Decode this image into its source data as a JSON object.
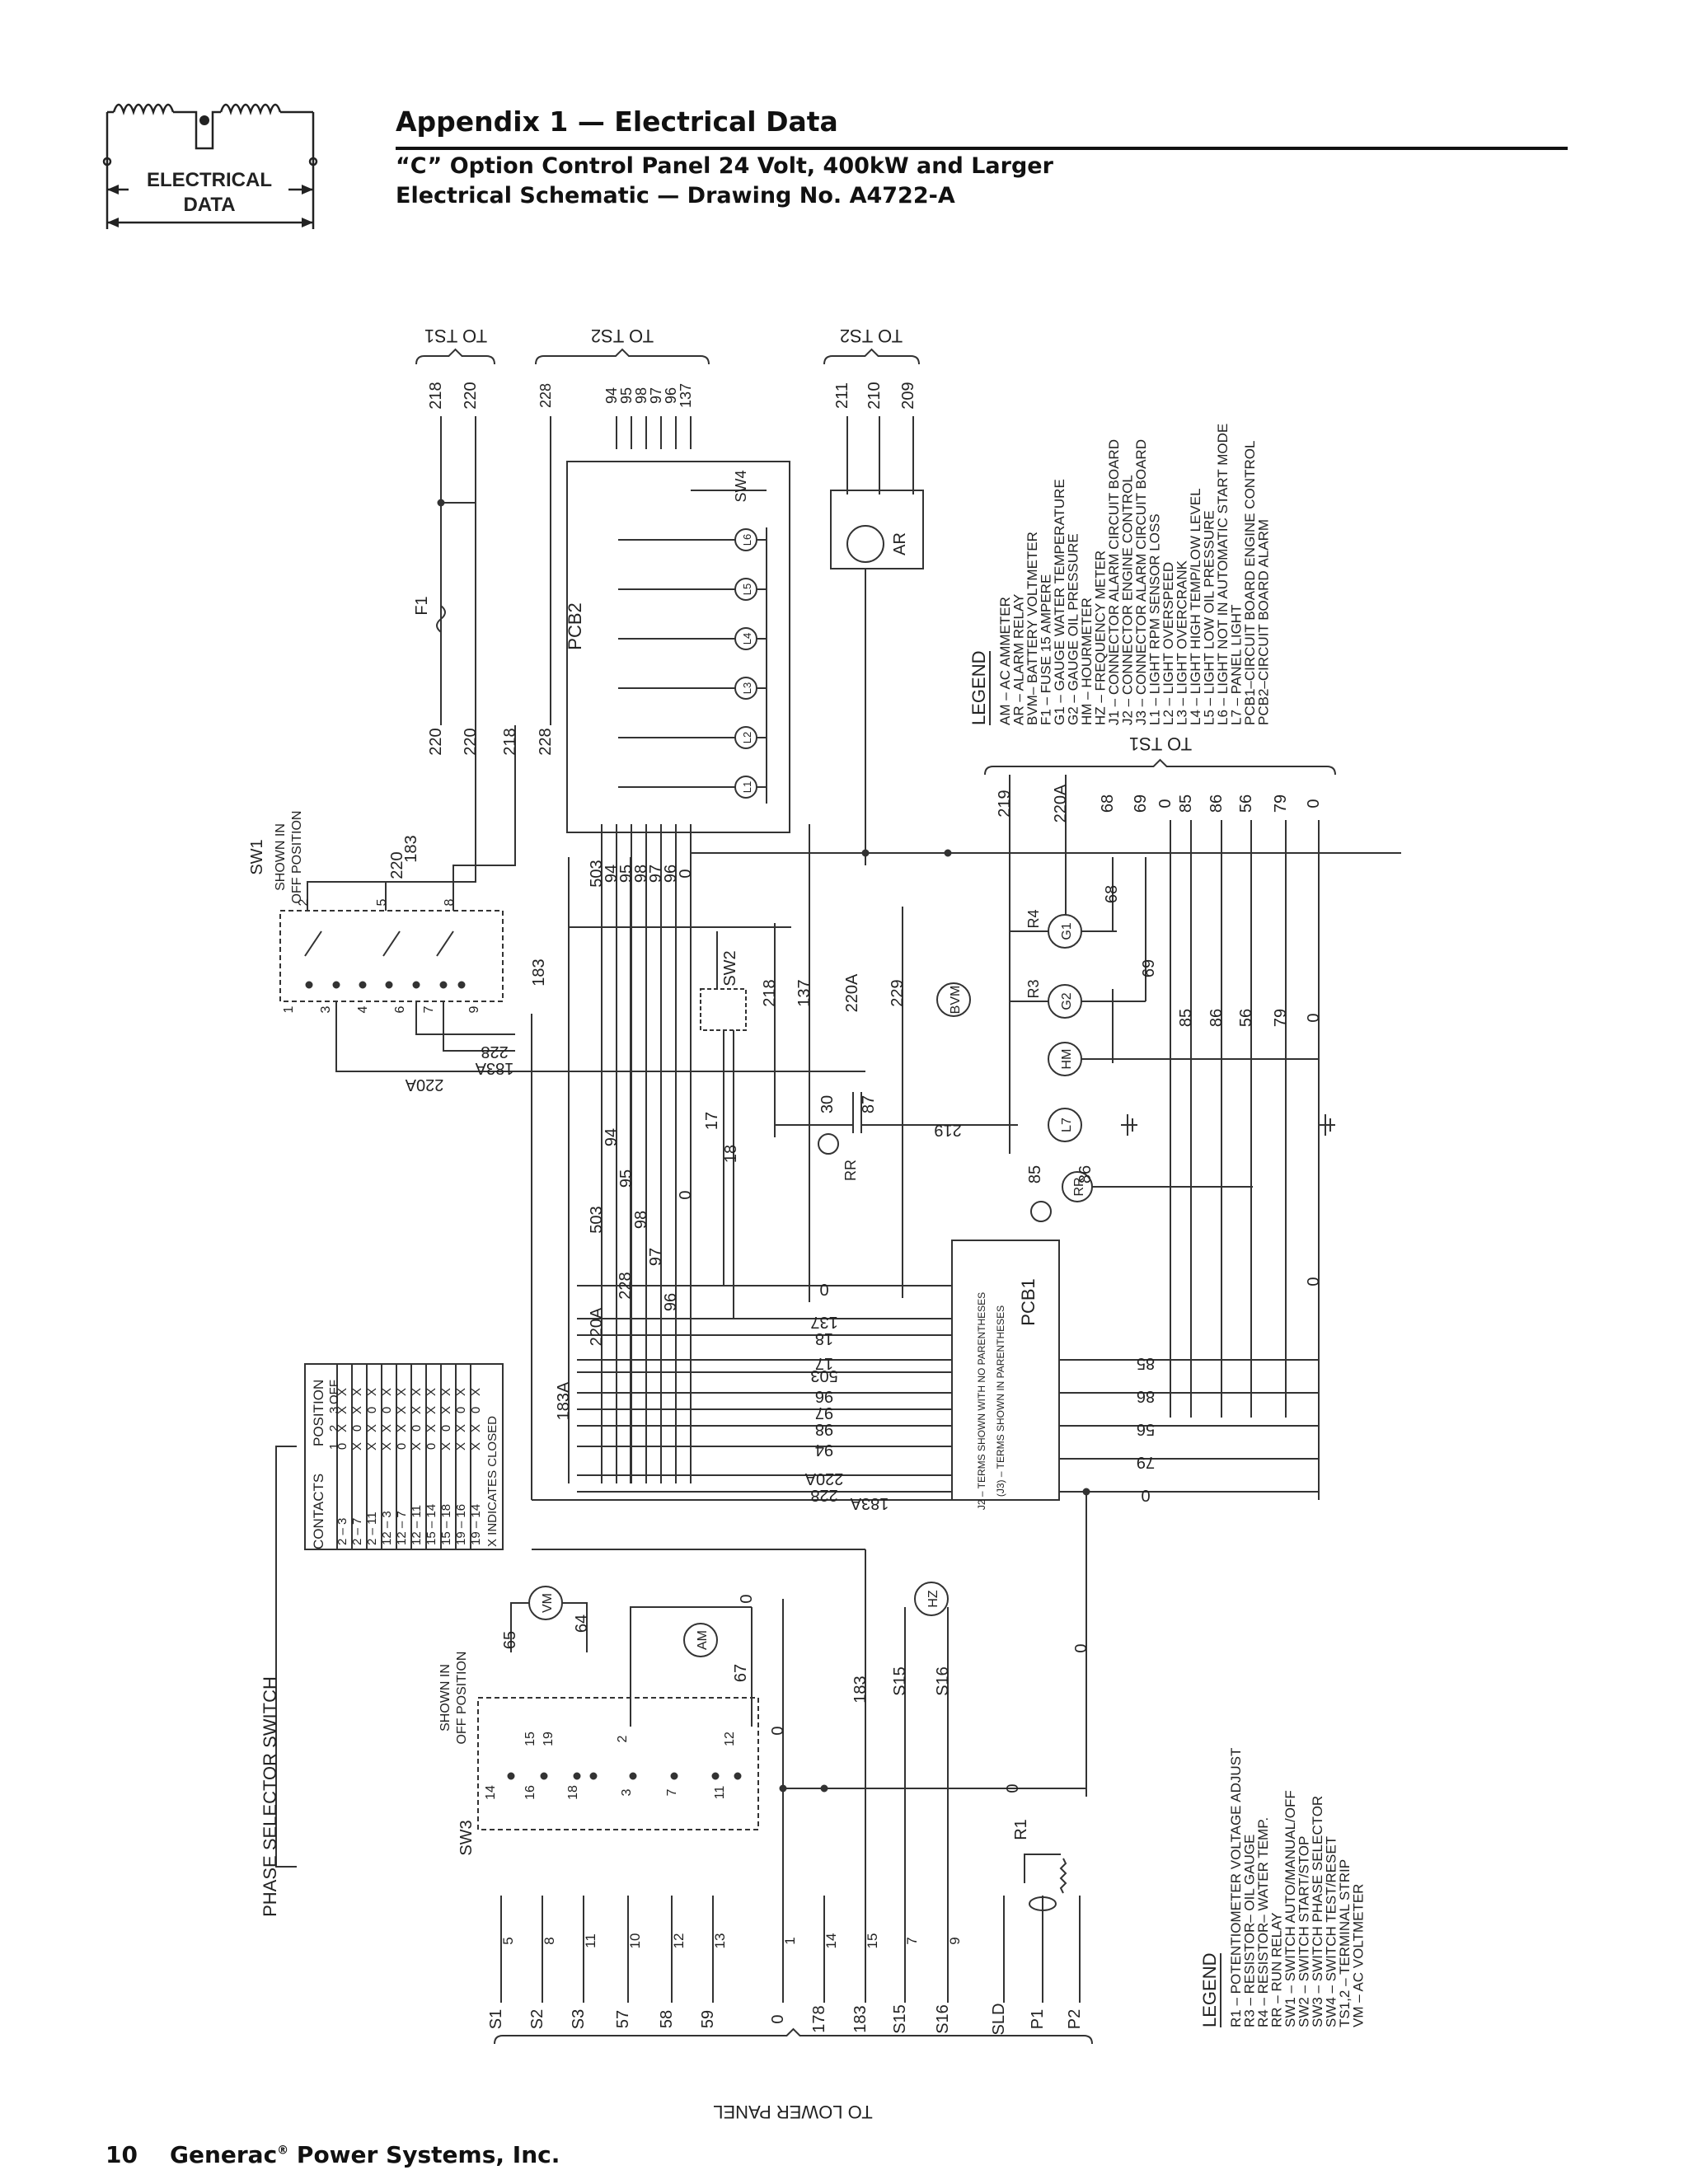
{
  "header": {
    "logo_text_line1": "ELECTRICAL",
    "logo_text_line2": "DATA",
    "title": "Appendix 1 — Electrical Data",
    "subtitle_line1": "“C” Option Control Panel 24 Volt, 400kW and Larger",
    "subtitle_line2": "Electrical Schematic — Drawing No. A4722-A"
  },
  "footer": {
    "page_number": "10",
    "company": "Generac",
    "company_suffix": " Power Systems, Inc.",
    "registered": "®"
  },
  "schematic": {
    "top_groups": [
      "TO TS1",
      "TO TS2",
      "TO TS2"
    ],
    "ts1_top_wires": [
      "218",
      "220"
    ],
    "ts2_wires": [
      "228",
      "94",
      "95",
      "98",
      "97",
      "96",
      "137"
    ],
    "ts2_right_wires": [
      "211",
      "210",
      "209"
    ],
    "ts1_right_label": "TO TS1",
    "ts1_right_wires": [
      "219",
      "220A",
      "68",
      "69",
      "0",
      "85",
      "86",
      "56",
      "79",
      "0"
    ],
    "bottom_label": "TO LOWER PANEL",
    "bottom_wires": [
      "S1",
      "S2",
      "S3",
      "57",
      "58",
      "59",
      "0",
      "178",
      "183",
      "S15",
      "S16",
      "SLD",
      "P1",
      "P2"
    ],
    "bottom_wire_numbers": [
      "5",
      "8",
      "11",
      "10",
      "12",
      "13",
      "1",
      "14",
      "15",
      "7",
      "9"
    ],
    "components": {
      "sw1": "SW1",
      "sw1_note1": "SHOWN IN",
      "sw1_note2": "OFF POSITION",
      "sw2": "SW2",
      "sw3": "SW3",
      "sw3_note1": "SHOWN IN",
      "sw3_note2": "OFF POSITION",
      "sw4": "SW4",
      "pcb1": "PCB1",
      "pcb2": "PCB2",
      "f1": "F1",
      "ar": "AR",
      "r1": "R1",
      "r3": "R3",
      "r4": "R4",
      "rr": "RR",
      "bvm": "BVM",
      "hm": "HM",
      "g1": "G1",
      "g2": "G2",
      "l7": "L7",
      "vm": "VM",
      "am": "AM",
      "hz": "HZ",
      "pcb1_note1": "J2 – TERMS SHOWN WITH NO PARENTHESES",
      "pcb1_note2": "(J3) – TERMS SHOWN IN PARENTHESES"
    },
    "phase_selector_label": "PHASE SELECTOR SWITCH",
    "phase_table": {
      "header": [
        "CONTACTS",
        "POSITION"
      ],
      "positions": [
        "1",
        "2",
        "3",
        "OFF"
      ],
      "rows": [
        [
          "2 – 3",
          "0",
          "X",
          "X",
          "X"
        ],
        [
          "2 – 7",
          "X",
          "0",
          "X",
          "X"
        ],
        [
          "2 – 11",
          "X",
          "X",
          "0",
          "X"
        ],
        [
          "12 – 3",
          "X",
          "X",
          "0",
          "X"
        ],
        [
          "12 – 7",
          "0",
          "X",
          "X",
          "X"
        ],
        [
          "12 – 11",
          "X",
          "0",
          "X",
          "X"
        ],
        [
          "15 – 14",
          "0",
          "X",
          "X",
          "X"
        ],
        [
          "15 – 18",
          "X",
          "0",
          "X",
          "X"
        ],
        [
          "19 – 16",
          "X",
          "X",
          "0",
          "X"
        ],
        [
          "19 – 14",
          "X",
          "X",
          "0",
          "X"
        ]
      ],
      "note": "X INDICATES CLOSED"
    },
    "legend1": {
      "title": "LEGEND",
      "items": [
        "AM – AC AMMETER",
        "AR – ALARM RELAY",
        "BVM– BATTERY VOLTMETER",
        "F1 – FUSE 15 AMPERE",
        "G1 – GAUGE WATER TEMPERATURE",
        "G2 – GAUGE OIL PRESSURE",
        "HM – HOURMETER",
        "HZ – FREQUENCY METER",
        "J1 – CONNECTOR ALARM CIRCUIT BOARD",
        "J2 – CONNECTOR ENGINE CONTROL",
        "J3 – CONNECTOR ALARM CIRCUIT BOARD",
        "L1 – LIGHT RPM SENSOR LOSS",
        "L2 – LIGHT OVERSPEED",
        "L3 – LIGHT OVERCRANK",
        "L4 – LIGHT HIGH TEMP/LOW LEVEL",
        "L5 – LIGHT LOW OIL PRESSURE",
        "L6 – LIGHT NOT IN AUTOMATIC START MODE",
        "L7 – PANEL LIGHT",
        "PCB1–CIRCUIT BOARD ENGINE CONTROL",
        "PCB2–CIRCUIT BOARD ALARM"
      ]
    },
    "legend2": {
      "title": "LEGEND",
      "items": [
        "R1 – POTENTIOMETER VOLTAGE ADJUST",
        "R3 – RESISTOR– OIL GAUGE",
        "R4 – RESISTOR– WATER TEMP.",
        "RR – RUN RELAY",
        "SW1 – SWITCH AUTO/MANUAL/OFF",
        "SW2 – SWITCH START/STOP",
        "SW3 – SWITCH PHASE SELECTOR",
        "SW4 – SWITCH TEST/RESET",
        "TS1,2 – TERMINAL STRIP",
        "VM – AC VOLTMETER"
      ]
    },
    "lights": [
      "L1",
      "L2",
      "L3",
      "L4",
      "L5",
      "L6"
    ],
    "mid_wires": [
      "503",
      "94",
      "95",
      "98",
      "97",
      "96",
      "0"
    ],
    "sw1_wires": [
      "220",
      "183",
      "228",
      "183A",
      "220A"
    ],
    "misc_wires": [
      "218",
      "137",
      "220A",
      "229",
      "30",
      "87",
      "17",
      "18",
      "65",
      "64",
      "67",
      "S15",
      "S16"
    ]
  }
}
